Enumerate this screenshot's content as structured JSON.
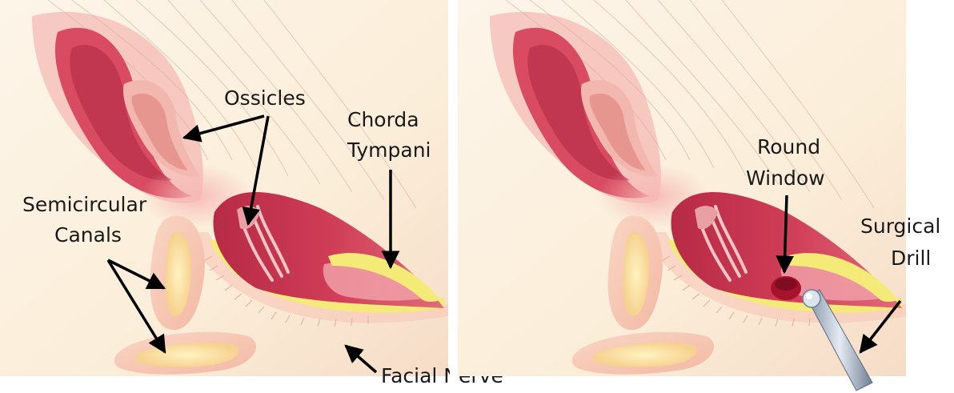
{
  "figure": {
    "left_panel": {
      "labels": {
        "ossicles": "Ossicles",
        "chorda_line1": "Chorda",
        "chorda_line2": "Tympani",
        "semicircular_line1": "Semicircular",
        "semicircular_line2": "Canals",
        "facial_nerve": "Facial Nerve"
      }
    },
    "right_panel": {
      "labels": {
        "round_window_line1": "Round",
        "round_window_line2": "Window",
        "drill_line1": "Surgical",
        "drill_line2": "Drill"
      }
    },
    "colors": {
      "background": "#fbf1e0",
      "tissue": "#d8475e",
      "tissue_light": "#f4a7ae",
      "nerve": "#f3ea78",
      "arrow": "#000000"
    }
  }
}
